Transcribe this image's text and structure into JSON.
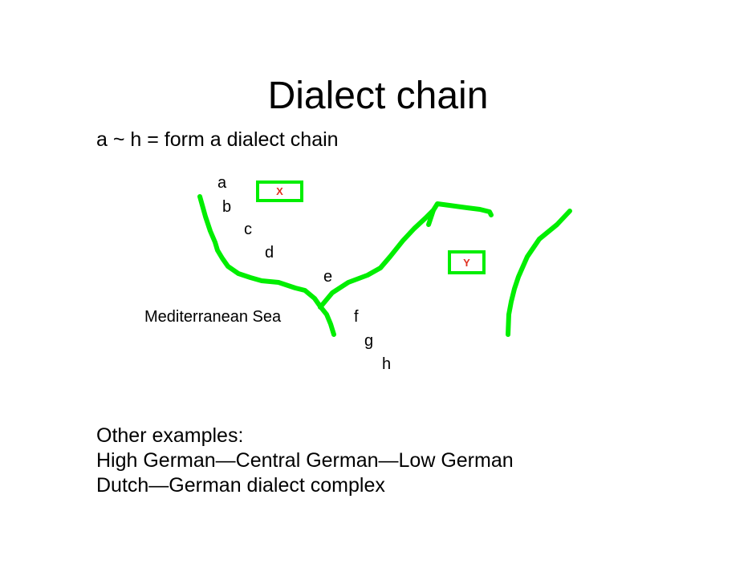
{
  "slide": {
    "title": "Dialect chain",
    "subtitle": "a ~ h = form a dialect chain"
  },
  "diagram": {
    "dialect_points": [
      "a",
      "b",
      "c",
      "d",
      "e",
      "f",
      "g",
      "h"
    ],
    "sea_label": "Mediterranean Sea",
    "box_x_label": "X",
    "box_y_label": "Y",
    "line_color": "#00ee00",
    "box_text_color": "#e03020"
  },
  "examples": {
    "heading": "Other examples:",
    "items": [
      "High German—Central German—Low German",
      "Dutch—German dialect complex"
    ]
  }
}
